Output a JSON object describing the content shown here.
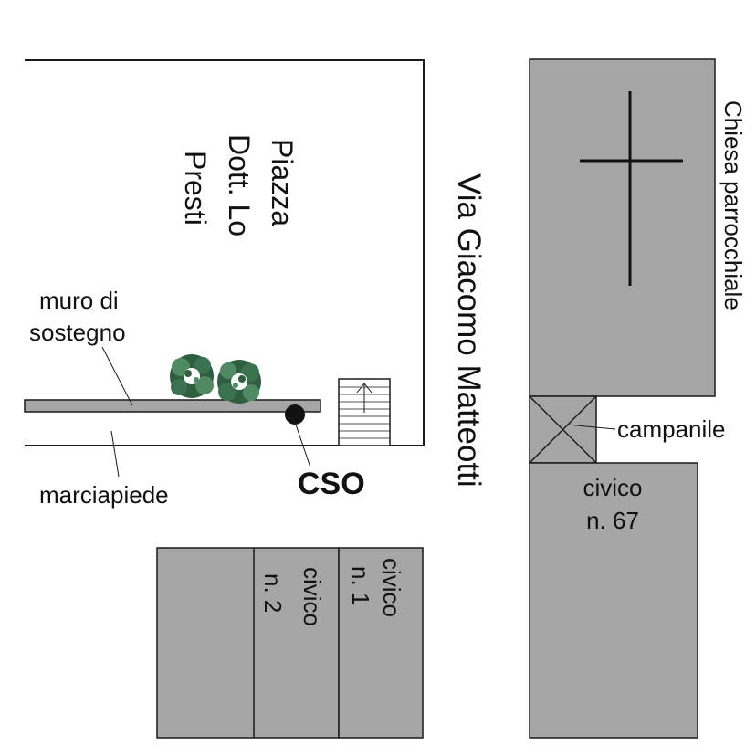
{
  "labels": {
    "piazza_line1": "Piazza",
    "piazza_line2": "Dott. Lo",
    "piazza_line3": "Presti",
    "street": "Via Giacomo Matteotti",
    "church": "Chiesa parrocchiale",
    "bell_tower": "campanile",
    "wall_line1": "muro di",
    "wall_line2": "sostegno",
    "sidewalk": "marciapiede",
    "cso": "CSO",
    "civico67_line1": "civico",
    "civico67_line2": "n. 67",
    "civico1_line1": "civico",
    "civico1_line2": "n. 1",
    "civico2_line1": "civico",
    "civico2_line2": "n. 2"
  },
  "colors": {
    "building_fill": "#a6a6a6",
    "outline": "#1a1a1a",
    "wall_fill": "#a6a6a6",
    "bush_dark": "#2f5f3f",
    "bush_light": "#4f8a62",
    "marker": "#111111"
  },
  "icons": {
    "church_symbol": "cross-icon",
    "bell_tower_symbol": "x-box-icon",
    "stairs_symbol": "stairs-arrow-icon",
    "vegetation": "bush-icon",
    "cso_marker": "dot-icon"
  }
}
